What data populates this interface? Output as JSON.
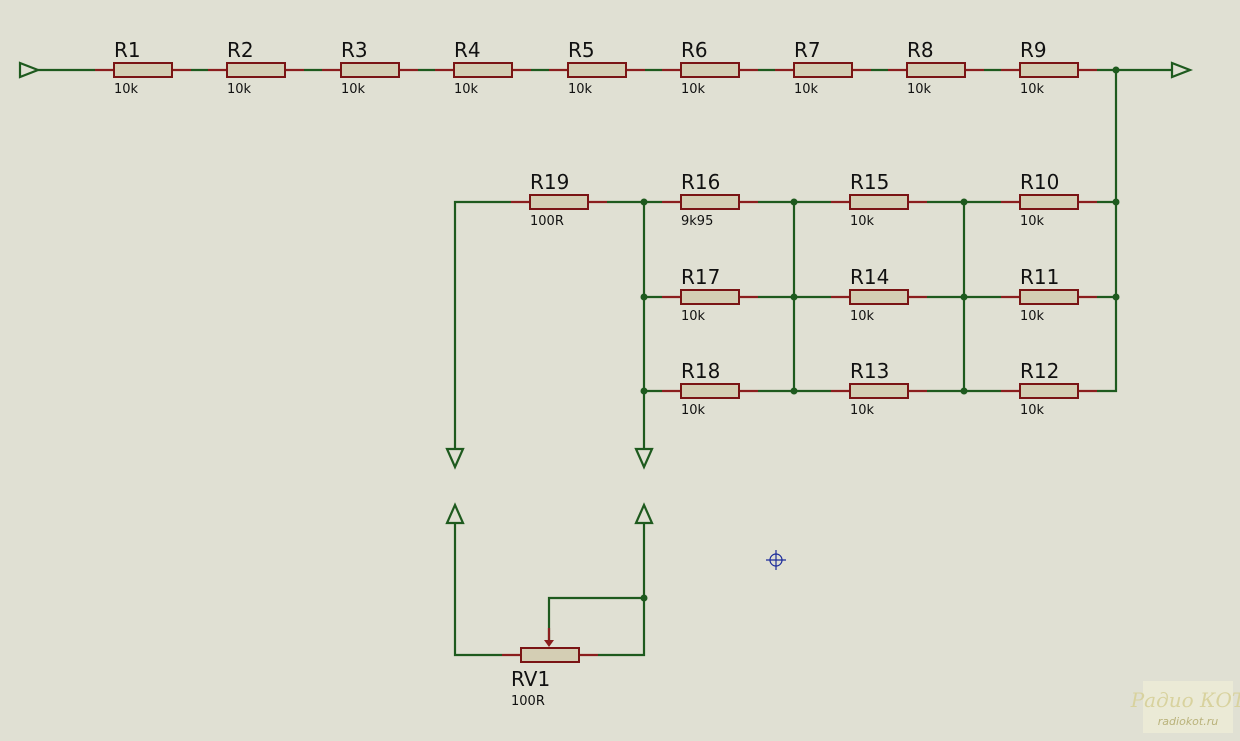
{
  "schematic": {
    "colors": {
      "background": "#e0e0d3",
      "wire": "#1e5a1e",
      "pin": "#8b1e1e",
      "body_fill": "#d4ceb4",
      "body_stroke": "#7a1414",
      "cursor": "#1a2a9a"
    },
    "resistors": [
      {
        "ref": "R1",
        "value": "10k"
      },
      {
        "ref": "R2",
        "value": "10k"
      },
      {
        "ref": "R3",
        "value": "10k"
      },
      {
        "ref": "R4",
        "value": "10k"
      },
      {
        "ref": "R5",
        "value": "10k"
      },
      {
        "ref": "R6",
        "value": "10k"
      },
      {
        "ref": "R7",
        "value": "10k"
      },
      {
        "ref": "R8",
        "value": "10k"
      },
      {
        "ref": "R9",
        "value": "10k"
      },
      {
        "ref": "R19",
        "value": "100R"
      },
      {
        "ref": "R16",
        "value": "9k95"
      },
      {
        "ref": "R15",
        "value": "10k"
      },
      {
        "ref": "R10",
        "value": "10k"
      },
      {
        "ref": "R17",
        "value": "10k"
      },
      {
        "ref": "R14",
        "value": "10k"
      },
      {
        "ref": "R11",
        "value": "10k"
      },
      {
        "ref": "R18",
        "value": "10k"
      },
      {
        "ref": "R13",
        "value": "10k"
      },
      {
        "ref": "R12",
        "value": "10k"
      }
    ],
    "potentiometer": {
      "ref": "RV1",
      "value": "100R"
    },
    "terminal_icon": "triangle-terminal-icon",
    "cursor_icon": "crosshair-cursor-icon"
  },
  "watermark": {
    "title": "Радио КОТ",
    "url": "radiokot.ru"
  }
}
